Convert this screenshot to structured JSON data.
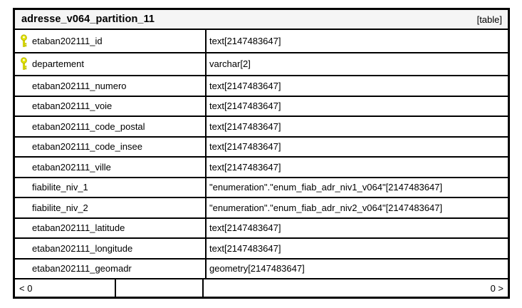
{
  "table": {
    "title": "adresse_v064_partition_11",
    "badge": "[table]",
    "columns": [
      {
        "name": "etaban202111_id",
        "type": "text[2147483647]",
        "pk": true
      },
      {
        "name": "departement",
        "type": "varchar[2]",
        "pk": true
      },
      {
        "name": "etaban202111_numero",
        "type": "text[2147483647]",
        "pk": false
      },
      {
        "name": "etaban202111_voie",
        "type": "text[2147483647]",
        "pk": false
      },
      {
        "name": "etaban202111_code_postal",
        "type": "text[2147483647]",
        "pk": false
      },
      {
        "name": "etaban202111_code_insee",
        "type": "text[2147483647]",
        "pk": false
      },
      {
        "name": "etaban202111_ville",
        "type": "text[2147483647]",
        "pk": false
      },
      {
        "name": "fiabilite_niv_1",
        "type": "\"enumeration\".\"enum_fiab_adr_niv1_v064\"[2147483647]",
        "pk": false
      },
      {
        "name": "fiabilite_niv_2",
        "type": "\"enumeration\".\"enum_fiab_adr_niv2_v064\"[2147483647]",
        "pk": false
      },
      {
        "name": "etaban202111_latitude",
        "type": "text[2147483647]",
        "pk": false
      },
      {
        "name": "etaban202111_longitude",
        "type": "text[2147483647]",
        "pk": false
      },
      {
        "name": "etaban202111_geomadr",
        "type": "geometry[2147483647]",
        "pk": false
      }
    ],
    "footer": {
      "left": "< 0",
      "right": "0 >"
    }
  },
  "icons": {
    "primary_key": "key-icon"
  },
  "colors": {
    "border": "#000000",
    "header_bg": "#f5f5f5",
    "key_icon_fill": "#e4e400",
    "key_icon_stroke": "#b4b400"
  }
}
